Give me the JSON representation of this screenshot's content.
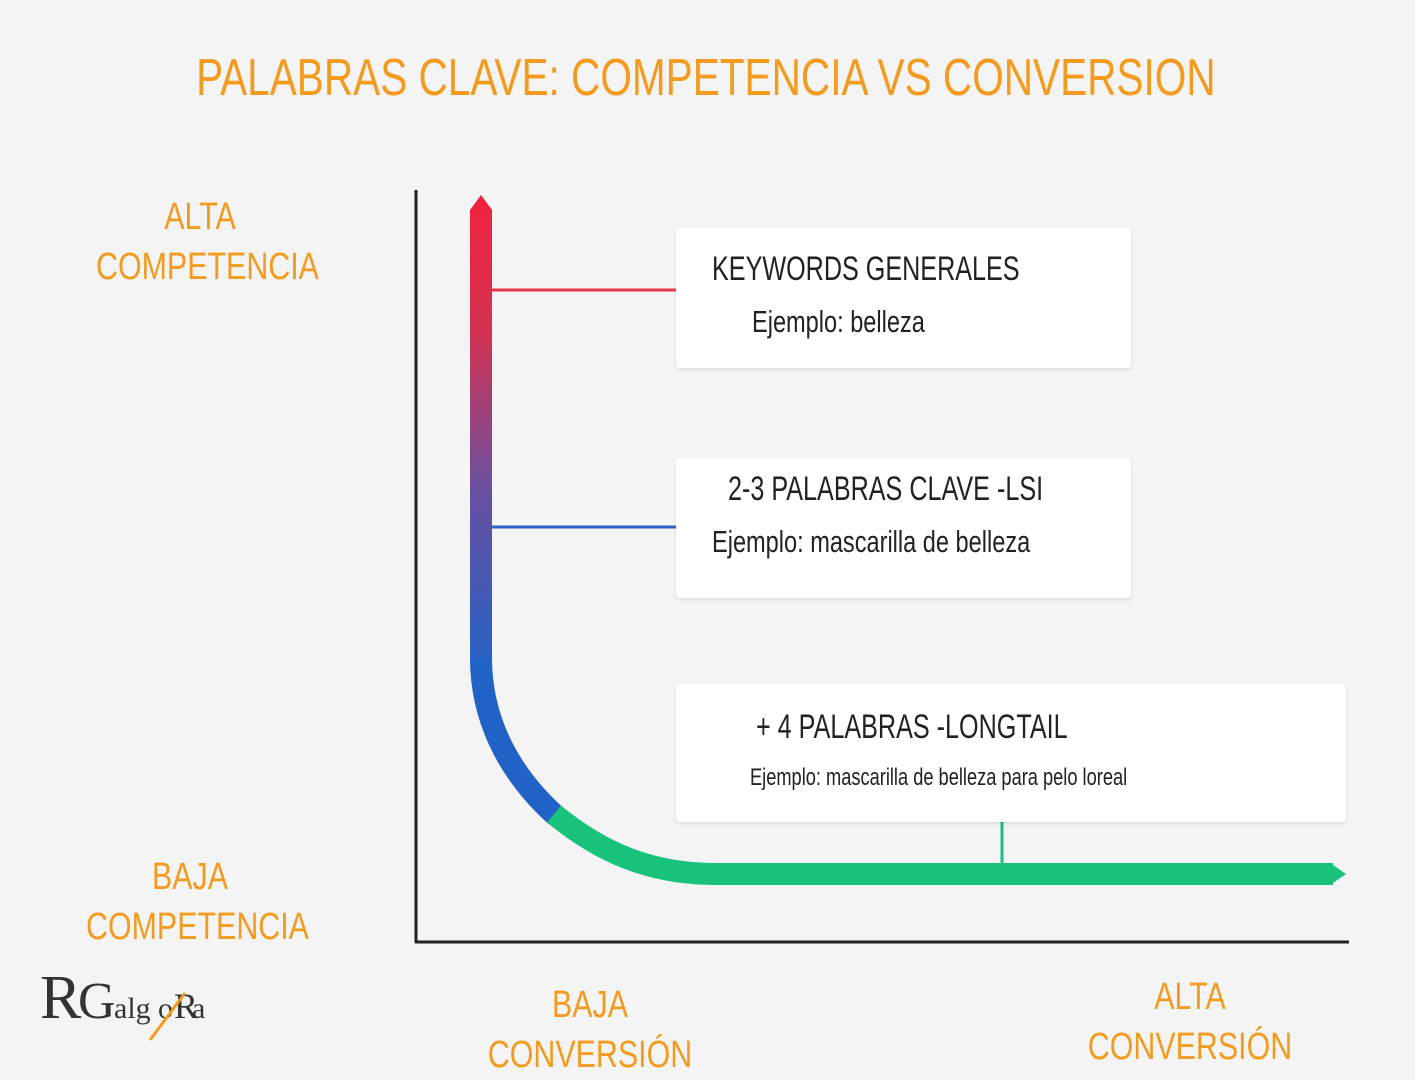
{
  "title": "PALABRAS CLAVE: COMPETENCIA VS CONVERSION",
  "y_axis": {
    "top_label": [
      "ALTA",
      "COMPETENCIA"
    ],
    "bottom_label": [
      "BAJA",
      "COMPETENCIA"
    ]
  },
  "x_axis": {
    "left_label": "BAJA CONVERSIÓN",
    "right_label": "ALTA CONVERSIÓN"
  },
  "cards": [
    {
      "heading": "KEYWORDS GENERALES",
      "example": "Ejemplo: belleza",
      "connector_color": "#e8384a"
    },
    {
      "heading": "2-3 PALABRAS CLAVE -LSI",
      "example": "Ejemplo: mascarilla de belleza",
      "connector_color": "#2a62c4"
    },
    {
      "heading": "+ 4 PALABRAS -LONGTAIL",
      "example": "Ejemplo: mascarilla de belleza para pelo loreal",
      "connector_color": "#19c07a"
    }
  ],
  "logo": {
    "text": "RGalgoRa"
  },
  "colors": {
    "accent": "#f39b1f",
    "curve_red": "#f0233f",
    "curve_blue": "#2162c6",
    "curve_green": "#19c27a",
    "axis": "#222222"
  }
}
